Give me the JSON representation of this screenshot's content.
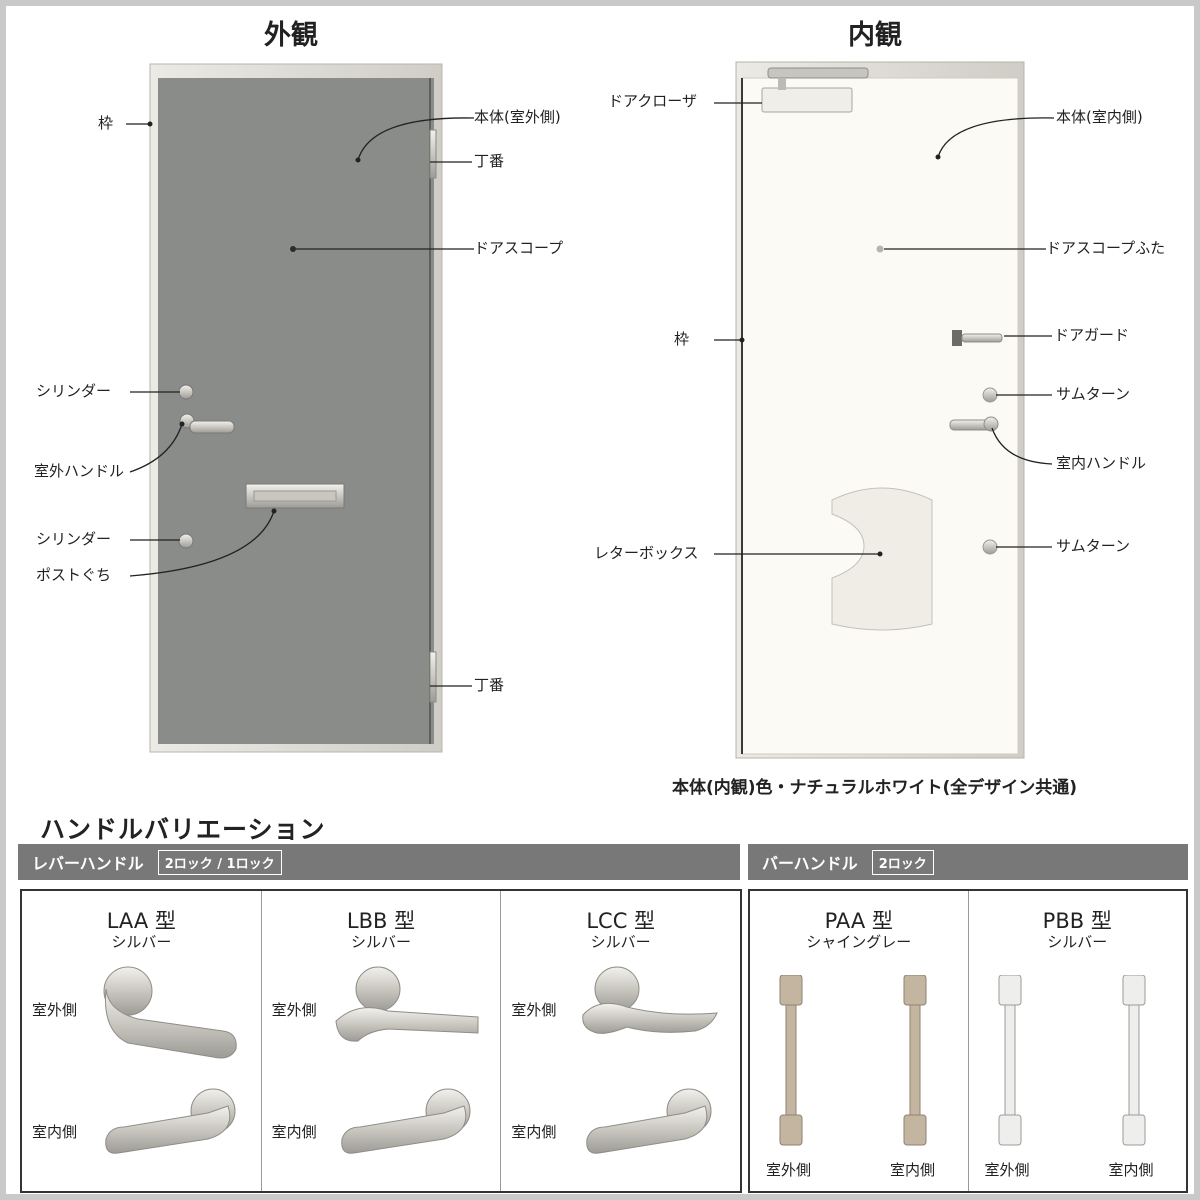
{
  "exterior": {
    "title": "外観",
    "labels": {
      "frame": "枠",
      "body": "本体(室外側)",
      "hinge_top": "丁番",
      "door_scope": "ドアスコープ",
      "cylinder_top": "シリンダー",
      "outer_handle": "室外ハンドル",
      "cylinder_bottom": "シリンダー",
      "mail_slot": "ポストぐち",
      "hinge_bottom": "丁番"
    }
  },
  "interior": {
    "title": "内観",
    "labels": {
      "door_closer": "ドアクローザ",
      "body": "本体(室内側)",
      "scope_cover": "ドアスコープふた",
      "frame": "枠",
      "door_guard": "ドアガード",
      "thumbturn_top": "サムターン",
      "inner_handle": "室内ハンドル",
      "letter_box": "レターボックス",
      "thumbturn_bottom": "サムターン"
    },
    "note": "本体(内観)色・ナチュラルホワイト(全デザイン共通)"
  },
  "colors": {
    "door_exterior": "#8a8c89",
    "door_interior": "#fbfaf5",
    "frame": "#dcdad3",
    "bar": "#787878"
  },
  "variations": {
    "title": "ハンドルバリエーション",
    "lever": {
      "header": "レバーハンドル",
      "badge": "2ロック / 1ロック",
      "models": [
        {
          "name": "LAA 型",
          "color": "シルバー",
          "outside": "室外側",
          "inside": "室内側"
        },
        {
          "name": "LBB 型",
          "color": "シルバー",
          "outside": "室外側",
          "inside": "室内側"
        },
        {
          "name": "LCC 型",
          "color": "シルバー",
          "outside": "室外側",
          "inside": "室内側"
        }
      ]
    },
    "bar": {
      "header": "バーハンドル",
      "badge": "2ロック",
      "models": [
        {
          "name": "PAA 型",
          "color": "シャイングレー",
          "outside": "室外側",
          "inside": "室内側"
        },
        {
          "name": "PBB 型",
          "color": "シルバー",
          "outside": "室外側",
          "inside": "室内側"
        }
      ]
    }
  }
}
